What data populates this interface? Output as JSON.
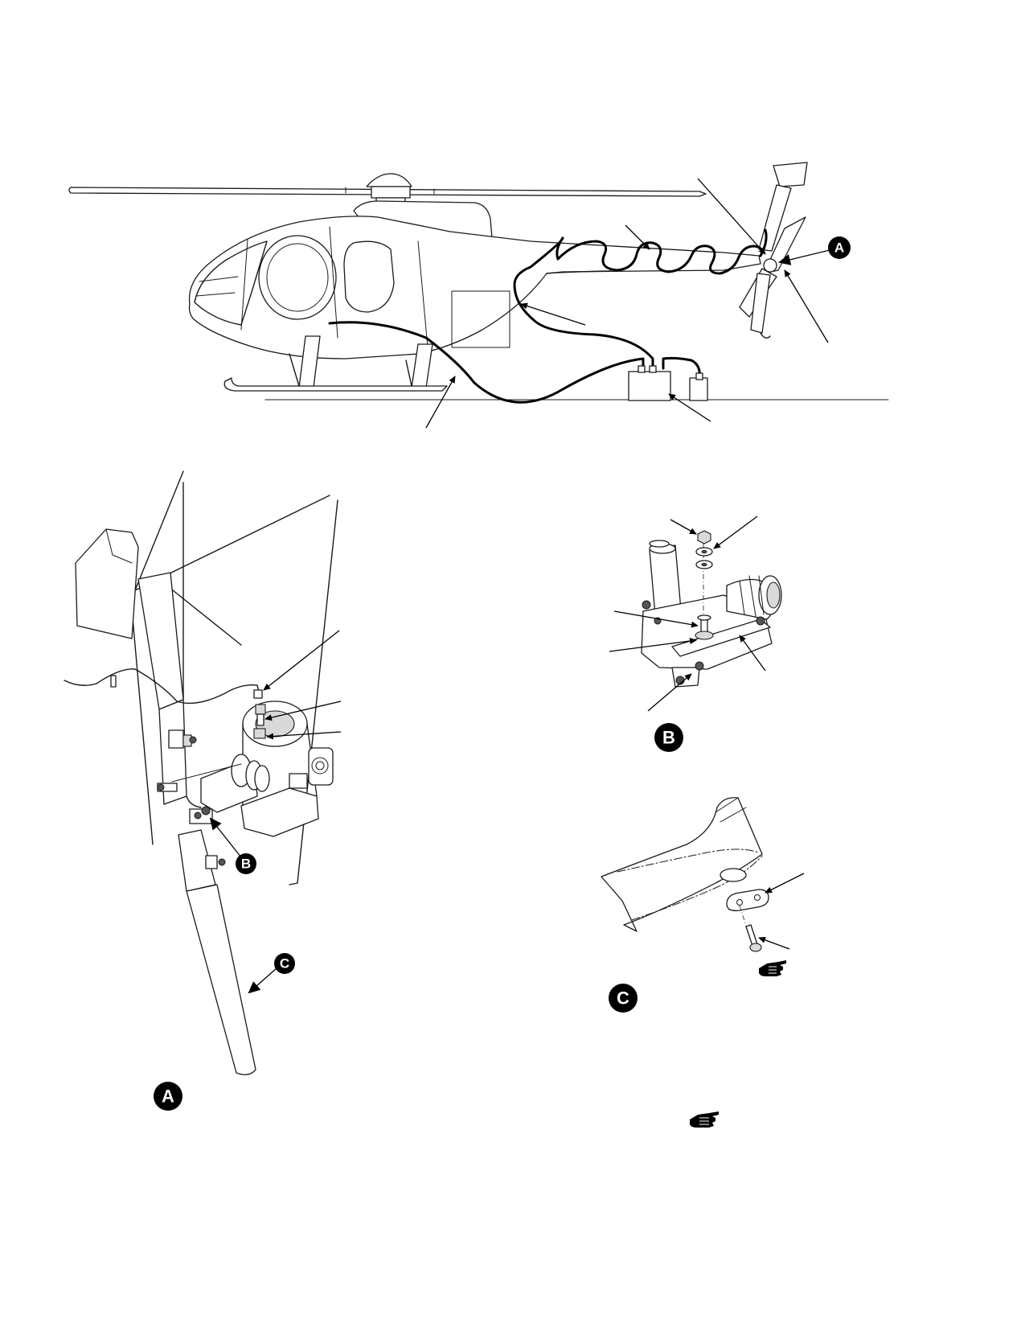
{
  "callouts": {
    "a_main": "A",
    "a_view": "A",
    "b_on_a": "B",
    "b_view": "B",
    "c_on_a": "C",
    "c_view": "C"
  },
  "icons": {
    "note_hand_c": "pointing-hand-icon",
    "note_hand_bottom": "pointing-hand-icon"
  },
  "colors": {
    "line": "#1a1a1a",
    "callout_fill": "#000000",
    "callout_text": "#ffffff"
  }
}
